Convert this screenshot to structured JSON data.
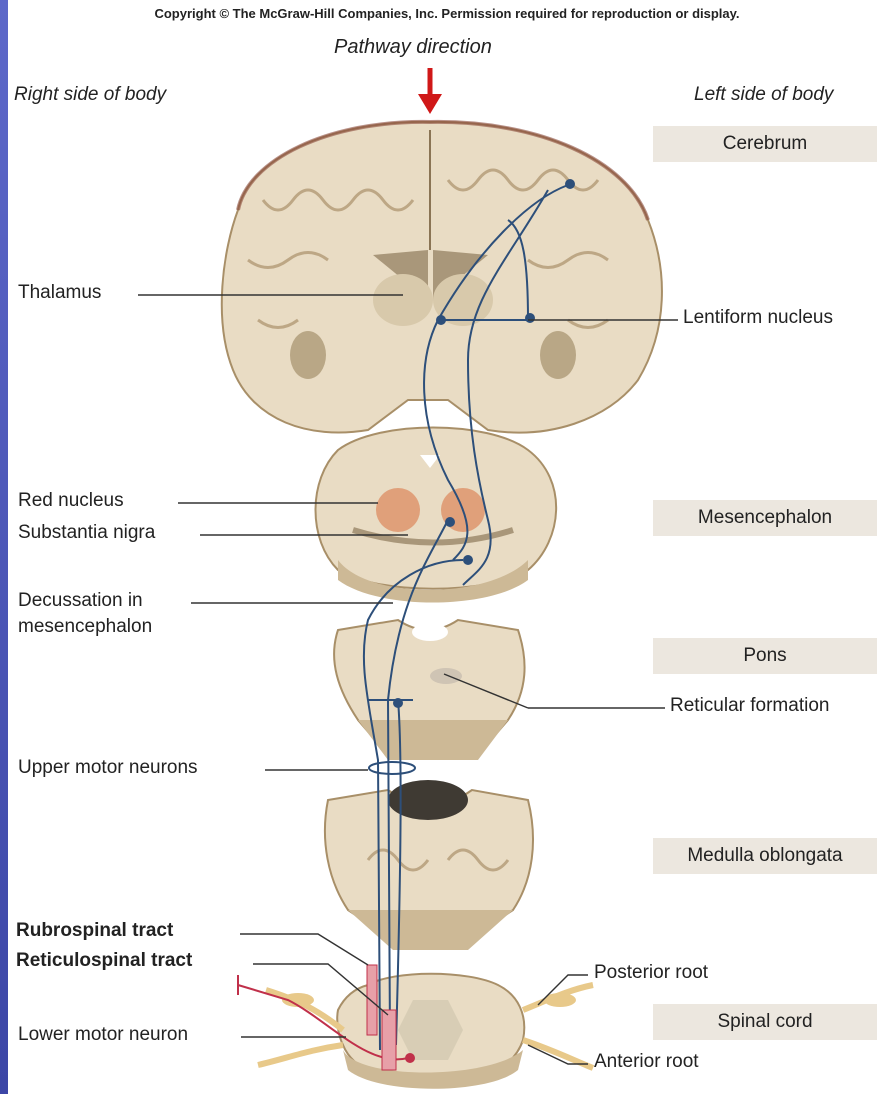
{
  "copyright": "Copyright © The McGraw-Hill Companies, Inc. Permission required for reproduction or display.",
  "header": {
    "pathway_direction": "Pathway direction",
    "right_side": "Right side of body",
    "left_side": "Left side of body"
  },
  "regions": {
    "cerebrum": "Cerebrum",
    "mesencephalon": "Mesencephalon",
    "pons": "Pons",
    "medulla": "Medulla oblongata",
    "spinal_cord": "Spinal cord"
  },
  "labels_left": {
    "thalamus": "Thalamus",
    "red_nucleus": "Red nucleus",
    "substantia_nigra": "Substantia nigra",
    "decussation_1": "Decussation in",
    "decussation_2": "mesencephalon",
    "upper_motor": "Upper motor neurons",
    "rubrospinal": "Rubrospinal tract",
    "reticulospinal": "Reticulospinal tract",
    "lower_motor": "Lower motor neuron"
  },
  "labels_right": {
    "lentiform": "Lentiform nucleus",
    "reticular_formation": "Reticular formation",
    "posterior_root": "Posterior root",
    "anterior_root": "Anterior root"
  },
  "colors": {
    "tissue": "#e9dcc4",
    "tissue_dark": "#cdb996",
    "tract": "#2d4f7a",
    "red_tract": "#c0304a",
    "arrow": "#d01818",
    "red_nucleus": "#e0a07a"
  }
}
